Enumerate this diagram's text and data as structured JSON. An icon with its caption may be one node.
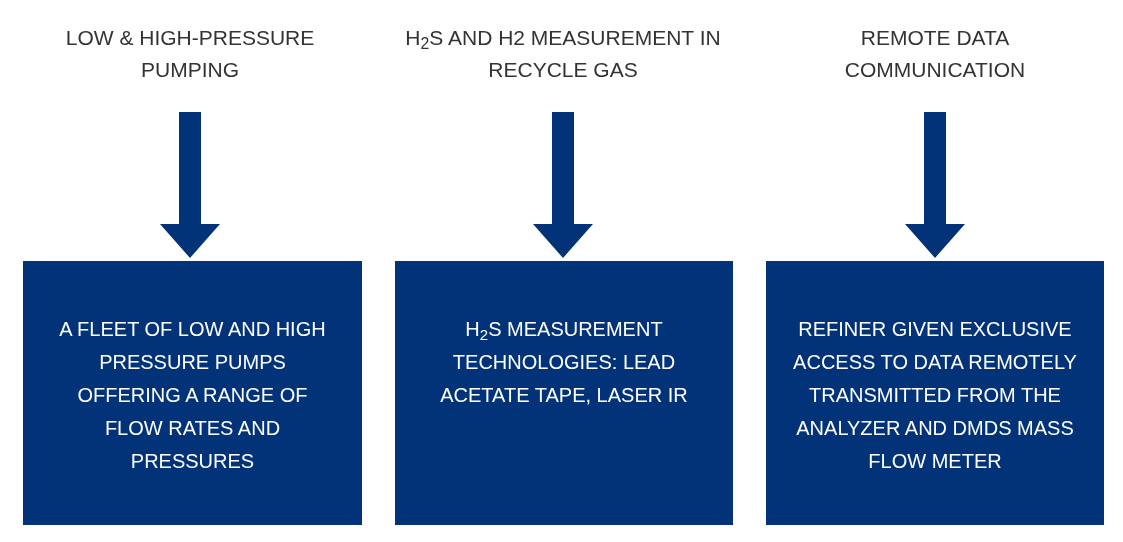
{
  "diagram": {
    "nodes": [
      {
        "text": [
          "LOW & HIGH-PRESSURE PUMPING"
        ]
      },
      {
        "text": [
          "H$_{2}$S AND H2 MEASUREMENT IN RECYCLE GAS"
        ]
      },
      {
        "text": [
          "REMOTE DATA COMMUNICATION"
        ]
      },
      {
        "text": [
          "A FLEET OF LOW AND HIGH PRESSURE PUMPS OFFERING A RANGE OF FLOW RATES AND PRESSURES"
        ]
      },
      {
        "text": [
          "H$_{2}$S MEASUREMENT TECHNOLOGIES: LEAD ACETATE TAPE, LASER IR"
        ]
      },
      {
        "text": [
          "REFINER GIVEN EXCLUSIVE ACCESS TO DATA REMOTELY TRANSMITTED FROM THE ANALYZER AND DMDS MASS FLOW METER"
        ]
      }
    ],
    "edges": [
      {
        "from": 0,
        "to": 3,
        "arrow": "to",
        "style": "thick"
      },
      {
        "from": 1,
        "to": 4,
        "arrow": "to",
        "style": "thick"
      },
      {
        "from": 2,
        "to": 5,
        "arrow": "to",
        "style": "thick"
      }
    ]
  }
}
